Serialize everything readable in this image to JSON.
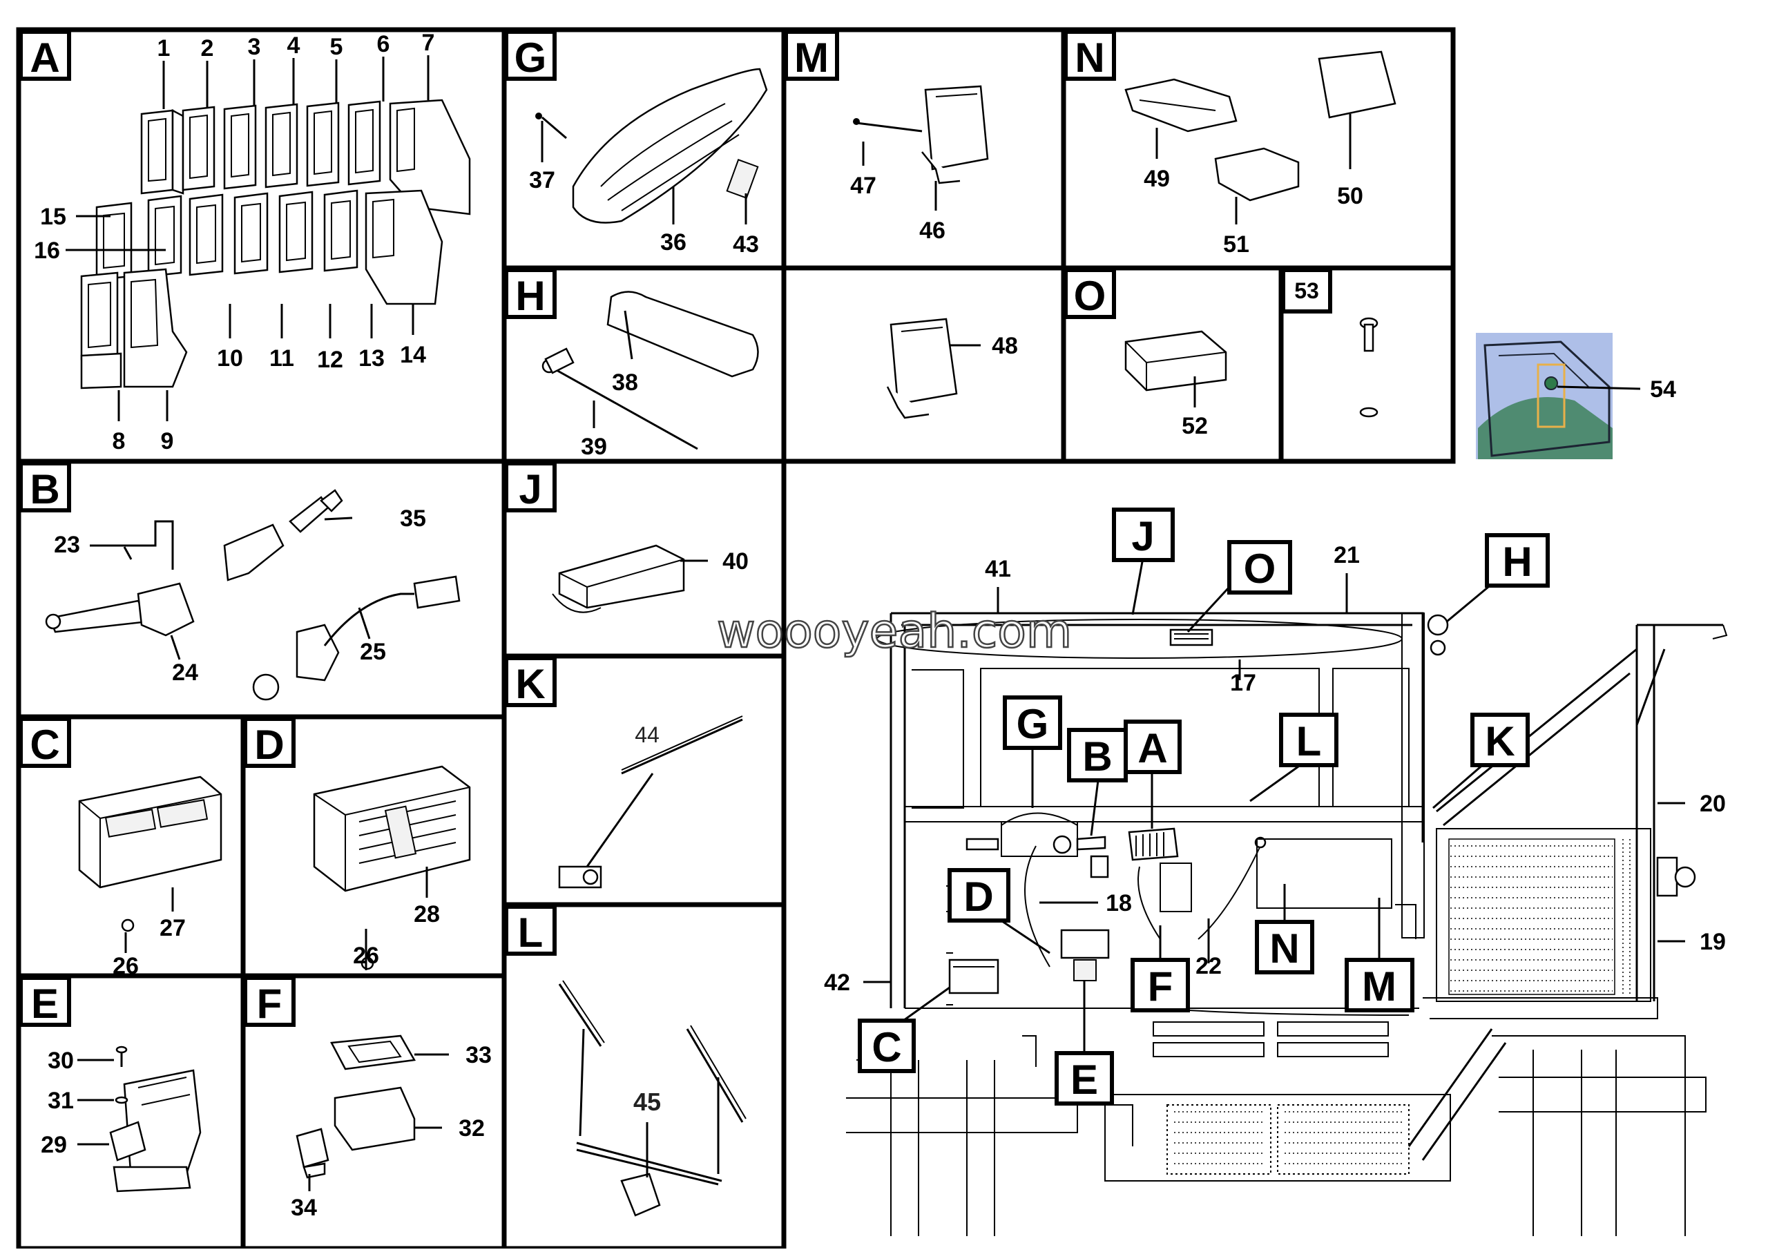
{
  "sections": {
    "A": "A",
    "B": "B",
    "C": "C",
    "D": "D",
    "E": "E",
    "F": "F",
    "G": "G",
    "H": "H",
    "J": "J",
    "K": "K",
    "L": "L",
    "M": "M",
    "N": "N",
    "O": "O",
    "S53": "53"
  },
  "parts": {
    "p1": "1",
    "p2": "2",
    "p3": "3",
    "p4": "4",
    "p5": "5",
    "p6": "6",
    "p7": "7",
    "p8": "8",
    "p9": "9",
    "p10": "10",
    "p11": "11",
    "p12": "12",
    "p13": "13",
    "p14": "14",
    "p15": "15",
    "p16": "16",
    "p17": "17",
    "p18": "18",
    "p19": "19",
    "p20": "20",
    "p21": "21",
    "p22": "22",
    "p23": "23",
    "p24": "24",
    "p25": "25",
    "p26a": "26",
    "p26b": "26",
    "p27": "27",
    "p28": "28",
    "p29": "29",
    "p30": "30",
    "p31": "31",
    "p32": "32",
    "p33": "33",
    "p34": "34",
    "p35": "35",
    "p36": "36",
    "p37": "37",
    "p38": "38",
    "p39": "39",
    "p40": "40",
    "p41": "41",
    "p42": "42",
    "p43": "43",
    "p44": "44",
    "p45": "45",
    "p46": "46",
    "p47": "47",
    "p48": "48",
    "p49": "49",
    "p50": "50",
    "p51": "51",
    "p52": "52",
    "p54": "54"
  },
  "callouts": {
    "J": "J",
    "O": "O",
    "H": "H",
    "G": "G",
    "B": "B",
    "A": "A",
    "L": "L",
    "K": "K",
    "D": "D",
    "N": "N",
    "F": "F",
    "M": "M",
    "C": "C",
    "E": "E"
  },
  "watermark": "woooyeah.com",
  "colors": {
    "line": "#000000",
    "thumb_bg": "#aebfe8",
    "thumb_accent": "#2f7a4a",
    "highlight": "#e8b04a"
  }
}
